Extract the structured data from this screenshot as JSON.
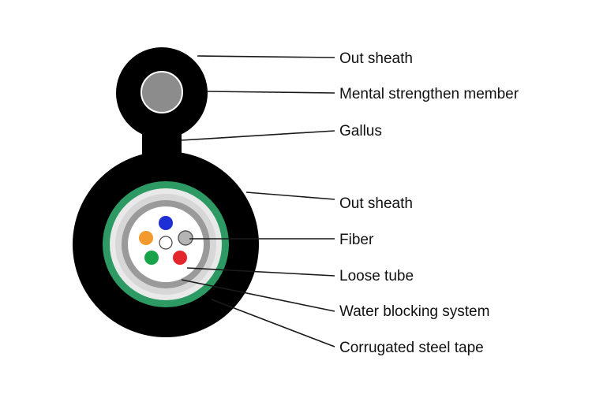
{
  "labels": {
    "out_sheath_top": "Out sheath",
    "strength_member": "Mental strengthen member",
    "gallus": "Gallus",
    "out_sheath": "Out sheath",
    "fiber": "Fiber",
    "loose_tube": "Loose tube",
    "water_blocking": "Water blocking system",
    "steel_tape": "Corrugated steel tape"
  },
  "colors": {
    "sheath": "#000000",
    "strength_member": "#8c8c8c",
    "steel_tape": "#2e9a63",
    "water_blocking": "#c8c8c8",
    "fiber_blue": "#1f2fd6",
    "fiber_orange": "#f29a2e",
    "fiber_green": "#16a34a",
    "fiber_red": "#e3262b",
    "fiber_white": "#ffffff",
    "fiber_gray": "#b4b4b4"
  }
}
